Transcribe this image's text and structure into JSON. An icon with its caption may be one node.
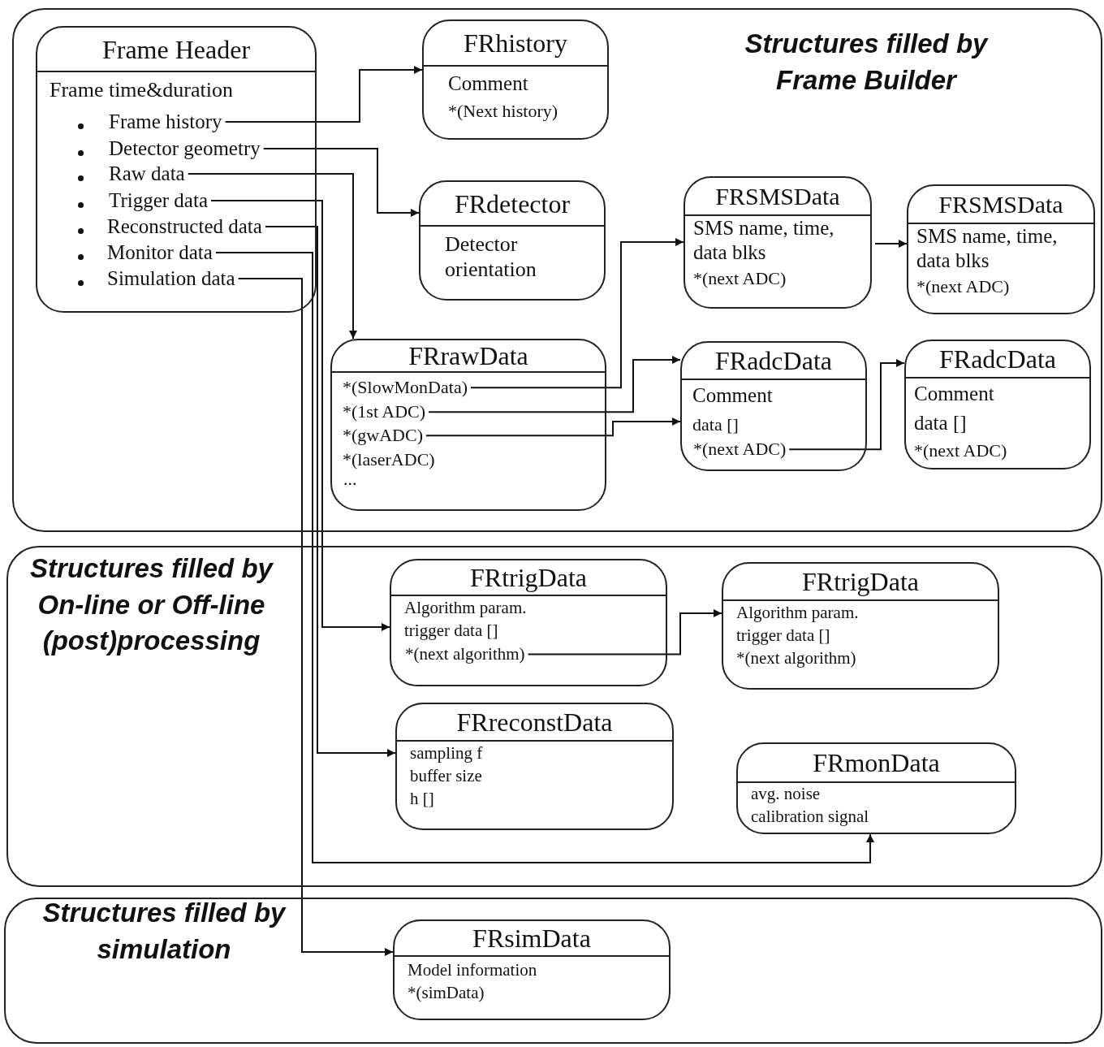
{
  "diagram": {
    "nodes": [
      {
        "text": [
          "Structures filled by Frame Builder"
        ]
      },
      {
        "text": [
          "Frame Header",
          "Frame time&duration"
        ],
        "in": 0
      },
      {
        "text": [
          "Frame history"
        ],
        "in": 1
      },
      {
        "text": [
          "Detector geometry"
        ],
        "in": 1
      },
      {
        "text": [
          "Raw data"
        ],
        "in": 1
      },
      {
        "text": [
          "Trigger data"
        ],
        "in": 1
      },
      {
        "text": [
          "Reconstructed data"
        ],
        "in": 1
      },
      {
        "text": [
          "Monitor data"
        ],
        "in": 1
      },
      {
        "text": [
          "Simulation data"
        ],
        "in": 1
      },
      {
        "text": [
          "FRhistory",
          "Comment",
          "*(Next history)"
        ],
        "in": 0
      },
      {
        "text": [
          "FRdetector",
          "Detector orientation"
        ],
        "in": 0
      },
      {
        "text": [
          "FRrawData",
          "..."
        ],
        "in": 0
      },
      {
        "text": [
          "*(SlowMonData)"
        ],
        "in": 11
      },
      {
        "text": [
          "*(1st ADC)"
        ],
        "in": 11
      },
      {
        "text": [
          "*(gwADC)"
        ],
        "in": 11
      },
      {
        "text": [
          "*(laserADC)"
        ],
        "in": 11
      },
      {
        "text": [
          "FRSMSData",
          "SMS name, time, data blks",
          "*(next ADC)"
        ],
        "in": 0
      },
      {
        "text": [
          "FRSMSData",
          "SMS name, time, data blks",
          "*(next ADC)"
        ],
        "in": 0
      },
      {
        "text": [
          "FRadcData",
          "Comment",
          "data []"
        ],
        "in": 0
      },
      {
        "text": [
          "*(next ADC)"
        ],
        "in": 18
      },
      {
        "text": [
          "FRadcData",
          "Comment",
          "data []",
          "*(next ADC)"
        ],
        "in": 0
      },
      {
        "text": [
          "Structures filled by On-line or Off-line (post)processing"
        ]
      },
      {
        "text": [
          "FRtrigData",
          "Algorithm param.",
          "trigger data []"
        ],
        "in": 21
      },
      {
        "text": [
          "*(next algorithm)"
        ],
        "in": 22
      },
      {
        "text": [
          "FRtrigData",
          "Algorithm param.",
          "trigger data []",
          "*(next algorithm)"
        ],
        "in": 21
      },
      {
        "text": [
          "FRreconstData",
          "sampling f",
          "buffer size",
          "h []"
        ],
        "in": 21
      },
      {
        "text": [
          "FRmonData",
          "avg. noise",
          "calibration signal"
        ],
        "in": 21
      },
      {
        "text": [
          "Structures filled by simulation"
        ]
      },
      {
        "text": [
          "FRsimData",
          "Model information",
          "*(simData)"
        ],
        "in": 27
      }
    ],
    "edges": [
      {
        "from": 2,
        "to": 9,
        "arrow": "to"
      },
      {
        "from": 3,
        "to": 10,
        "arrow": "to"
      },
      {
        "from": 4,
        "to": 11,
        "arrow": "to"
      },
      {
        "from": 12,
        "to": 16,
        "arrow": "to"
      },
      {
        "from": 13,
        "to": 18,
        "arrow": "to"
      },
      {
        "from": 14,
        "to": 18,
        "arrow": "to"
      },
      {
        "from": 16,
        "to": 17,
        "arrow": "to"
      },
      {
        "from": 19,
        "to": 20,
        "arrow": "to"
      },
      {
        "from": 5,
        "to": 22,
        "arrow": "to"
      },
      {
        "from": 6,
        "to": 25,
        "arrow": "to"
      },
      {
        "from": 7,
        "to": 26,
        "arrow": "to"
      },
      {
        "from": 8,
        "to": 28,
        "arrow": "to"
      },
      {
        "from": 23,
        "to": 24,
        "arrow": "to"
      }
    ]
  }
}
